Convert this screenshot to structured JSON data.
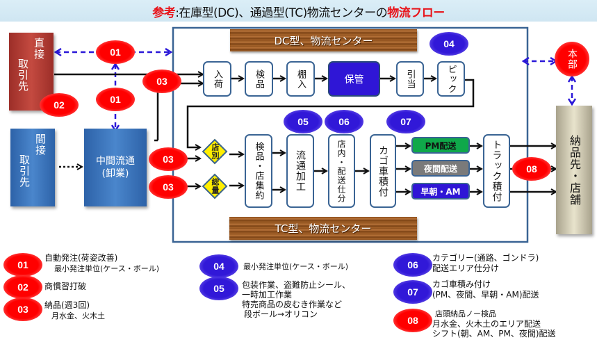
{
  "title": {
    "prefix": "参考",
    "middle": ":在庫型(DC)、通過型(TC)物流センターの",
    "suffix": "物流フロー"
  },
  "colors": {
    "badge_red": "#ff0000",
    "badge_blue": "#3118d8",
    "storage_blue": "#2f16d6",
    "pm_green": "#0fa84a",
    "night_gray": "#7a7a7a",
    "am_blue": "#2f16d6",
    "partner_direct": "#b63a32",
    "partner_indirect": "#3a72b8",
    "store_beige": "#cfc9b4",
    "frame_blue": "#3a6494"
  },
  "partners": {
    "direct": "直接\n取引先",
    "direct_col1": "直接",
    "direct_col2": "取引先",
    "indirect_col1": "間接",
    "indirect_col2": "取引先",
    "wholesale_line1": "中間流通",
    "wholesale_line2": "(卸業)",
    "headquarters": "本部",
    "store": "納品先・店舗"
  },
  "dc": {
    "label": "DC型、物流センター",
    "steps": [
      "入荷",
      "検品",
      "棚入",
      "保管",
      "引当",
      "ピック"
    ]
  },
  "tc": {
    "label": "TC型、物流センター",
    "sort": [
      "店別",
      "総量"
    ],
    "steps": [
      "検品・店集約",
      "流通加工",
      "店内・配送仕分",
      "カゴ車積付"
    ],
    "shipping": [
      "PM配送",
      "夜間配送",
      "早朝・AM"
    ],
    "truck": "トラック積付"
  },
  "badges": {
    "b01": "01",
    "b02": "02",
    "b03": "03",
    "b04": "04",
    "b05": "05",
    "b06": "06",
    "b07": "07",
    "b08": "08"
  },
  "legend": [
    {
      "id": "01",
      "color": "red",
      "lines": [
        "自動発注(荷姿改善)",
        "最小発注単位(ケース・ボール)"
      ]
    },
    {
      "id": "02",
      "color": "red",
      "lines": [
        "商慣習打破"
      ]
    },
    {
      "id": "03",
      "color": "red",
      "lines": [
        "納品(週3回)",
        "月水金、火木土"
      ]
    },
    {
      "id": "04",
      "color": "blue",
      "lines": [
        "最小発注単位(ケース・ボール)"
      ]
    },
    {
      "id": "05",
      "color": "blue",
      "lines": [
        "包装作業、盗難防止シール、",
        "一時加工作業",
        "特売商品の皮むき作業など",
        "段ボール→オリコン"
      ]
    },
    {
      "id": "06",
      "color": "blue",
      "lines": [
        "カテゴリー(通路、ゴンドラ)",
        "配送エリア仕分け"
      ]
    },
    {
      "id": "07",
      "color": "blue",
      "lines": [
        "カゴ車積み付け",
        "(PM、夜間、早朝・AM)配送"
      ]
    },
    {
      "id": "08",
      "color": "red",
      "lines": [
        "店頭納品ノー検品",
        "月水金、火木土のエリア配送",
        "シフト(朝、AM、PM、夜間)配送"
      ]
    }
  ]
}
